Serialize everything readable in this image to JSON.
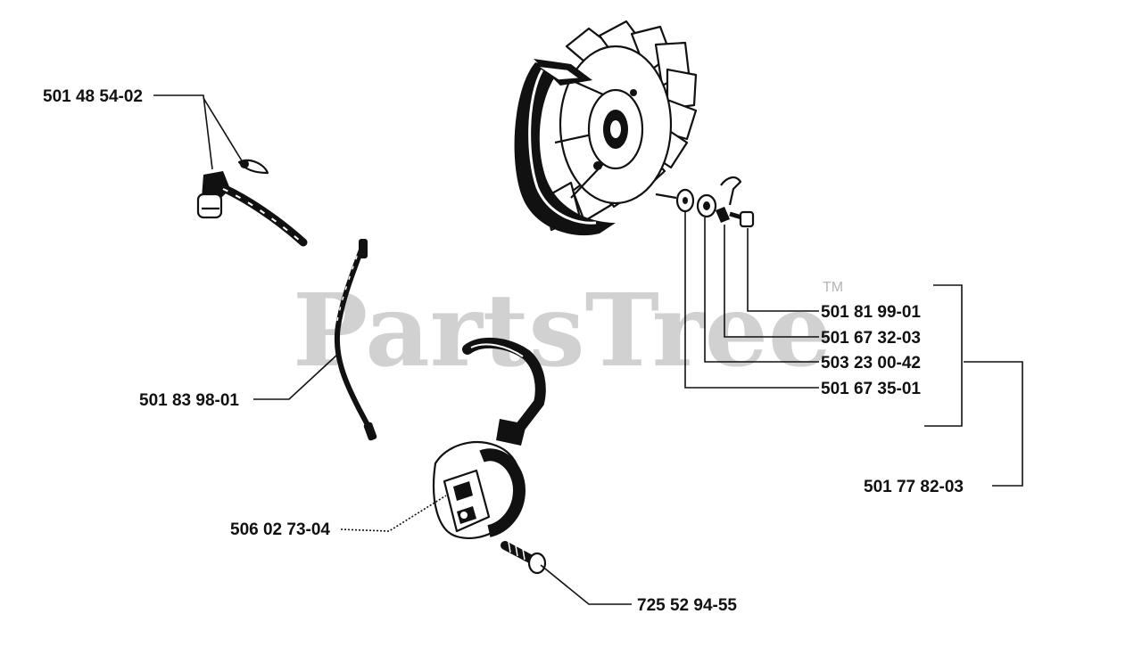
{
  "watermark": {
    "text": "PartsTree",
    "trademark": "TM"
  },
  "parts": [
    {
      "id": "p1",
      "number": "501 48 54-02"
    },
    {
      "id": "p2",
      "number": "501 83 98-01"
    },
    {
      "id": "p3",
      "number": "506 02 73-04"
    },
    {
      "id": "p4",
      "number": "725 52 94-55"
    },
    {
      "id": "p5",
      "number": "501 81 99-01"
    },
    {
      "id": "p6",
      "number": "501 67 32-03"
    },
    {
      "id": "p7",
      "number": "503 23 00-42"
    },
    {
      "id": "p8",
      "number": "501 67 35-01"
    },
    {
      "id": "p9",
      "number": "501 77 82-03"
    }
  ],
  "colors": {
    "ink": "#111111",
    "watermark": "#c9c9c9",
    "background": "#ffffff"
  }
}
